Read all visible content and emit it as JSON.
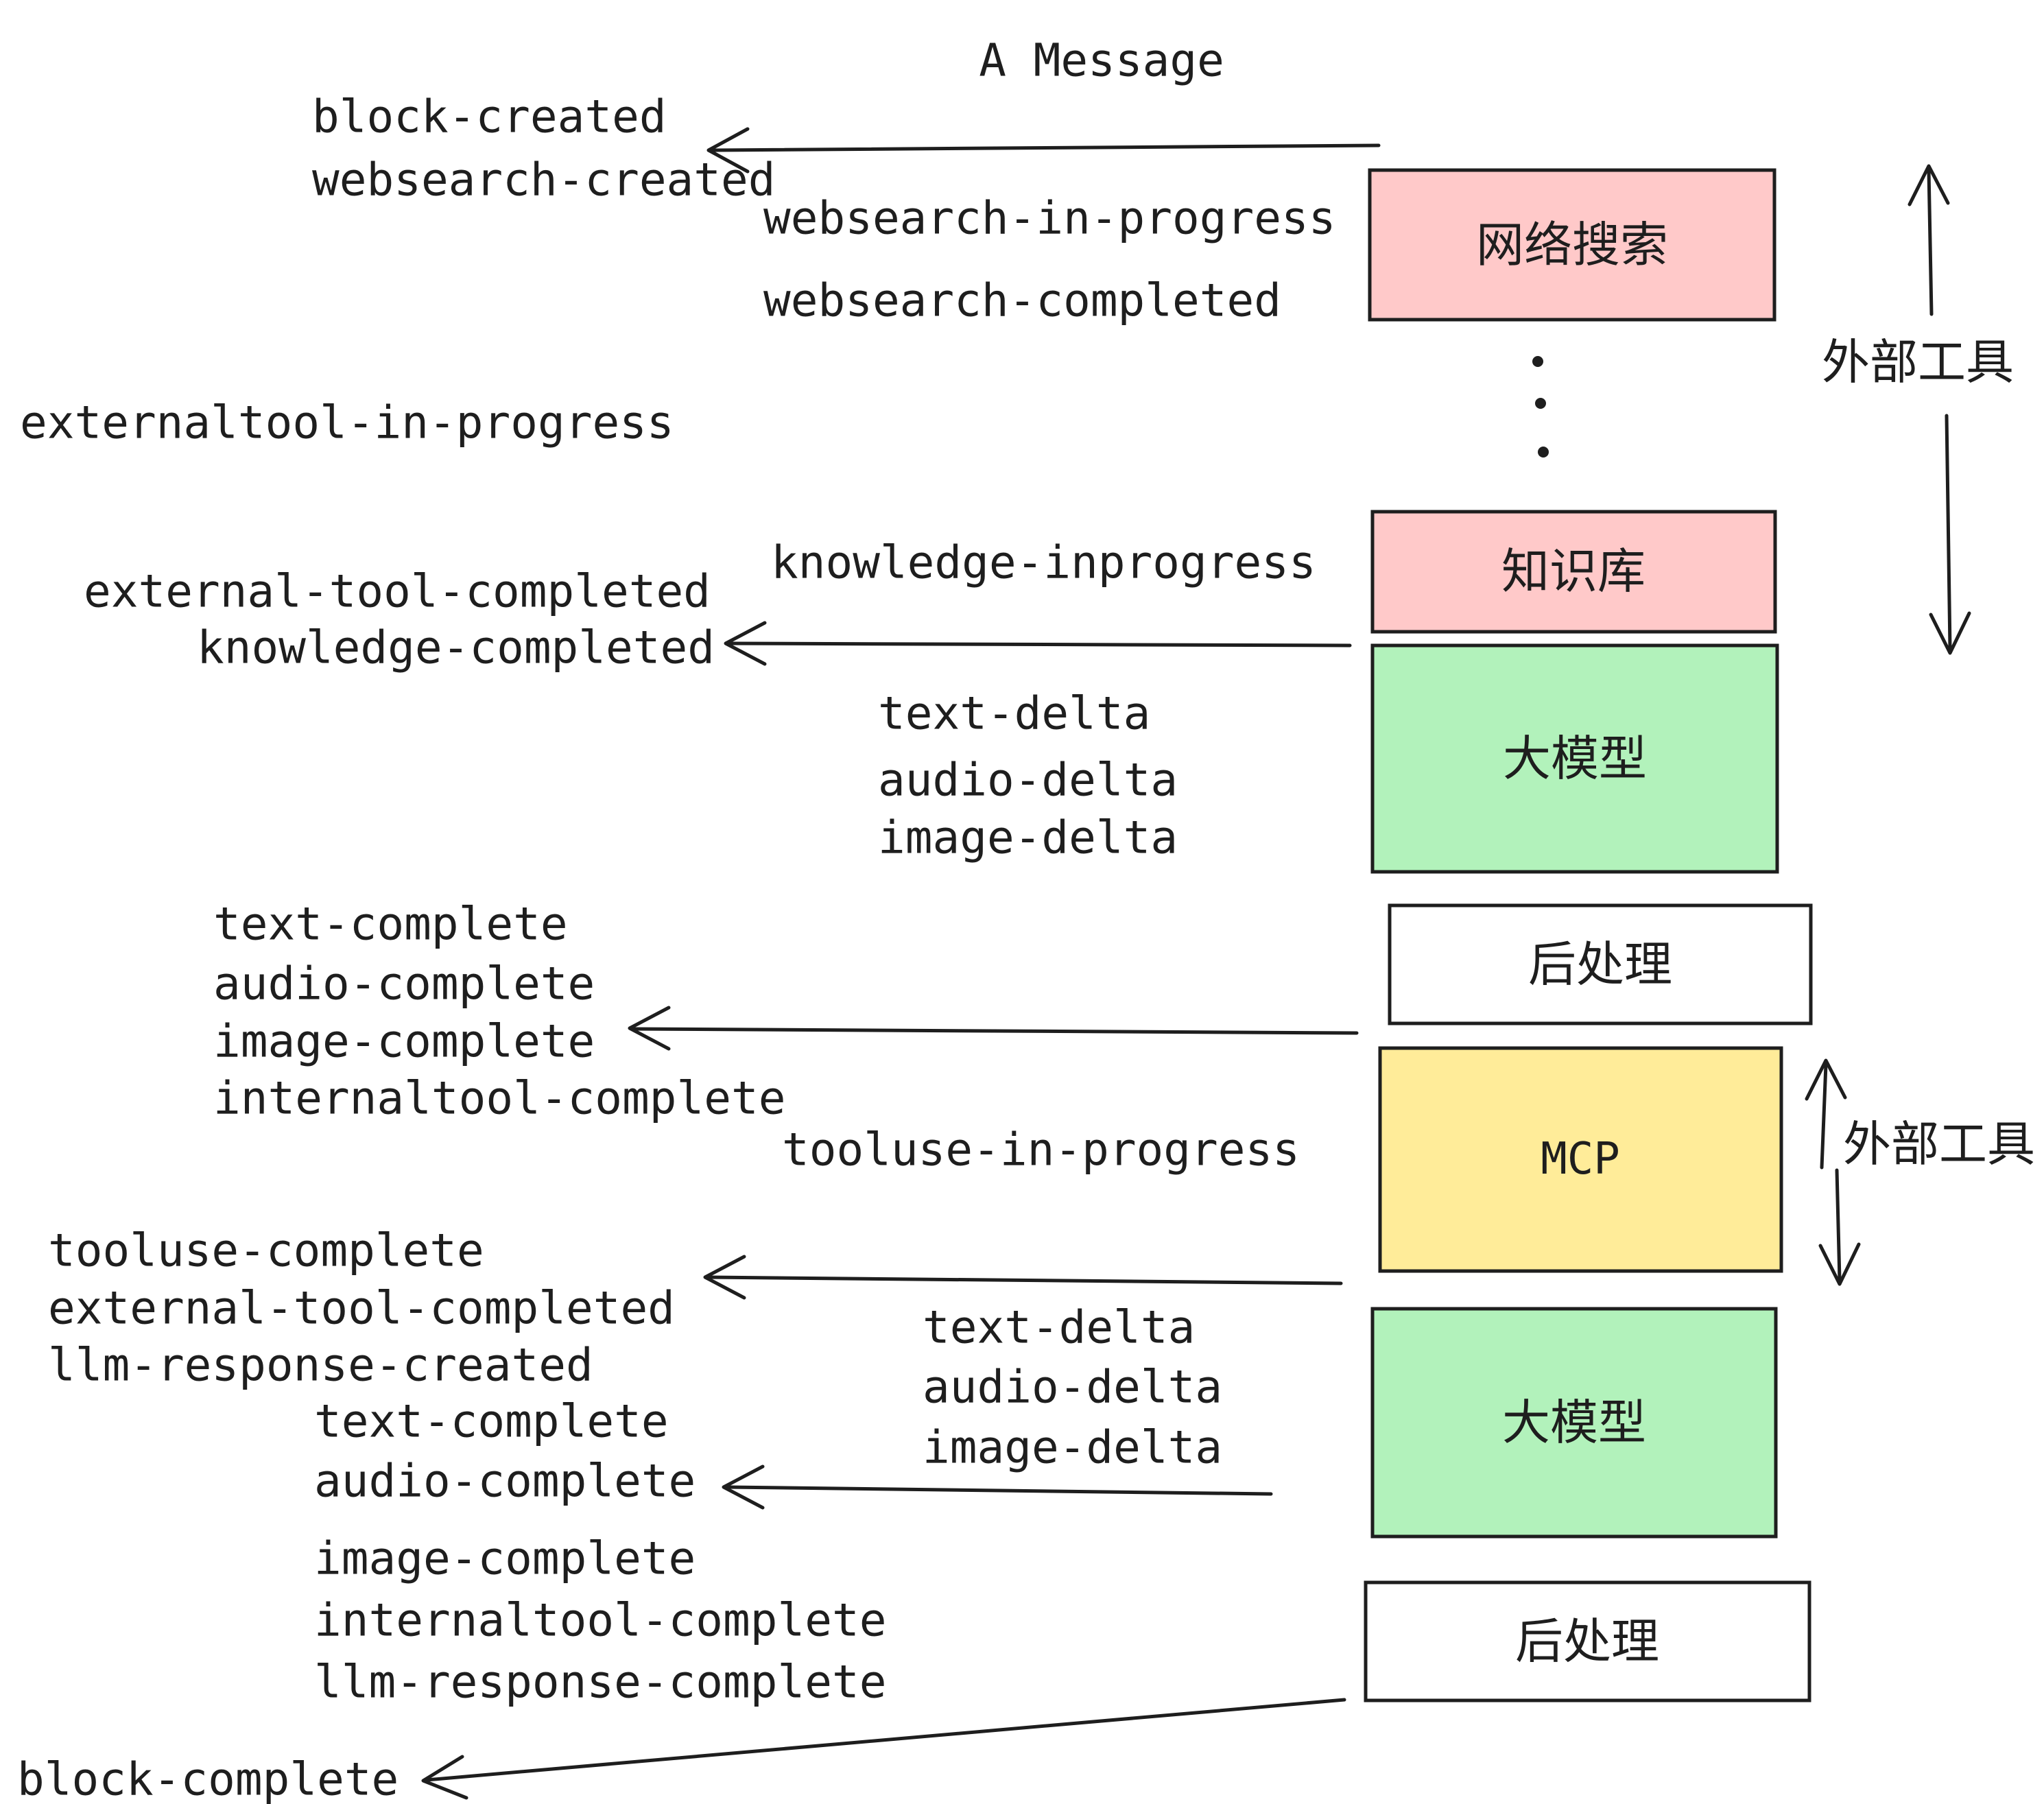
{
  "page": {
    "title": "A Message",
    "background": "#ffffff"
  },
  "colors": {
    "pink": "#ffc9c9",
    "green": "#b2f2bb",
    "yellow": "#ffec99",
    "white": "#ffffff",
    "ink": "#1e1e1e"
  },
  "boxes": {
    "websearch": "网络搜索",
    "knowledge": "知识库",
    "llm": "大模型",
    "postprocess": "后处理",
    "mcp": "MCP"
  },
  "annotations": {
    "external_tools": "外部工具"
  },
  "events": {
    "block_created": "block-created",
    "websearch_created": "websearch-created",
    "websearch_in_progress": "websearch-in-progress",
    "websearch_completed": "websearch-completed",
    "externaltool_in_progress": "externaltool-in-progress",
    "knowledge_inprogress": "knowledge-inprogress",
    "external_tool_completed": "external-tool-completed",
    "knowledge_completed": "knowledge-completed",
    "text_delta": "text-delta",
    "audio_delta": "audio-delta",
    "image_delta": "image-delta",
    "text_complete": "text-complete",
    "audio_complete": "audio-complete",
    "image_complete": "image-complete",
    "internaltool_complete": "internaltool-complete",
    "tooluse_in_progress": "tooluse-in-progress",
    "tooluse_complete": "tooluse-complete",
    "llm_response_created": "llm-response-created",
    "llm_response_complete": "llm-response-complete",
    "block_complete": "block-complete"
  }
}
